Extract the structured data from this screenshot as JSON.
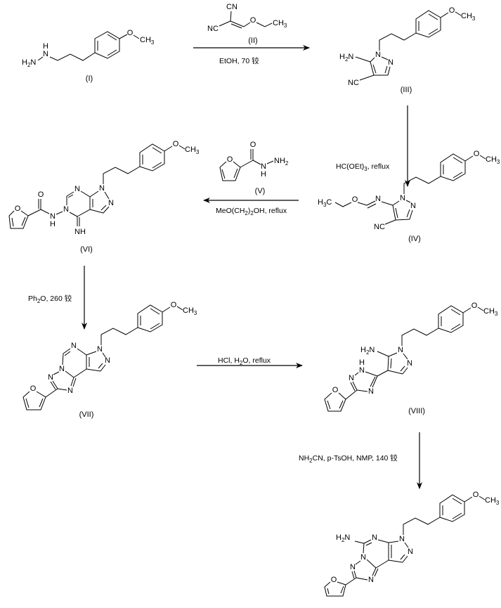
{
  "tail": {
    "o": "O",
    "ch3": "CH3"
  },
  "compounds": {
    "I": {
      "label": "(I)",
      "h2n": "H2N",
      "n": "N",
      "h": "H"
    },
    "II": {
      "label": "(II)",
      "cn": "CN",
      "nc": "NC",
      "o": "O",
      "ch3": "CH3"
    },
    "III": {
      "label": "(III)",
      "h2n": "H2N",
      "n1": "N",
      "n2": "N",
      "nc": "NC"
    },
    "IV": {
      "label": "(IV)",
      "h3c": "H3C",
      "o": "O",
      "n": "N",
      "n1": "N",
      "n2": "N",
      "nc": "NC"
    },
    "V": {
      "label": "(V)",
      "o_ring": "O",
      "o": "O",
      "n": "N",
      "h": "H",
      "nh2": "NH2"
    },
    "VI": {
      "label": "(VI)",
      "o_ring": "O",
      "o": "O",
      "n_amide": "N",
      "h": "H",
      "n5": "N",
      "n7": "N",
      "n1": "N",
      "n2": "N",
      "nh": "NH"
    },
    "VII": {
      "label": "(VII)",
      "o_ring": "O",
      "n1": "N",
      "n2": "N",
      "n7": "N",
      "n5": "N",
      "nt1": "N",
      "nt3": "N"
    },
    "VIII": {
      "label": "(VIII)",
      "o_ring": "O",
      "h2n": "H2N",
      "n1": "N",
      "n2": "N",
      "nt1": "N",
      "h": "H",
      "nt2": "N",
      "nt4": "N"
    },
    "IX": {
      "o_ring": "O",
      "h2n": "H2N",
      "n1": "N",
      "n2": "N",
      "n7": "N",
      "n5": "N",
      "nt1": "N",
      "nt3": "N"
    }
  },
  "steps": {
    "step1": {
      "conditions": "EtOH, 70 铰"
    },
    "step2": {
      "conditions": "HC(OEt)3, reflux"
    },
    "step3": {
      "conditions": "MeO(CH2)2OH, reflux"
    },
    "step4": {
      "conditions": "Ph2O, 260 铰"
    },
    "step5": {
      "conditions": "HCl, H2O, reflux"
    },
    "step6": {
      "conditions": "NH2CN, p-TsOH, NMP, 140 铰"
    }
  }
}
